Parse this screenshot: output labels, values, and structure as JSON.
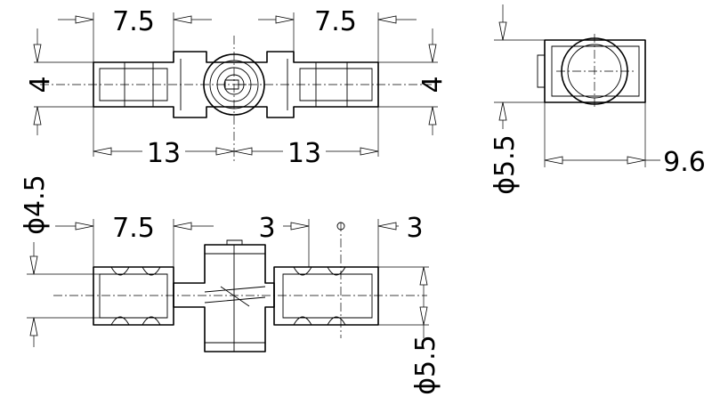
{
  "dimensions": {
    "top_left_width": "7.5",
    "top_right_width": "7.5",
    "top_left_height": "4",
    "top_right_height": "4",
    "top_left_span": "13",
    "top_right_span": "13",
    "side_diameter": "ϕ5.5",
    "side_width": "9.6",
    "bottom_diameter_left": "ϕ4.5",
    "bottom_width": "7.5",
    "bottom_gap_left": "3",
    "bottom_gap_right": "3",
    "bottom_diameter_right": "ϕ5.5"
  }
}
